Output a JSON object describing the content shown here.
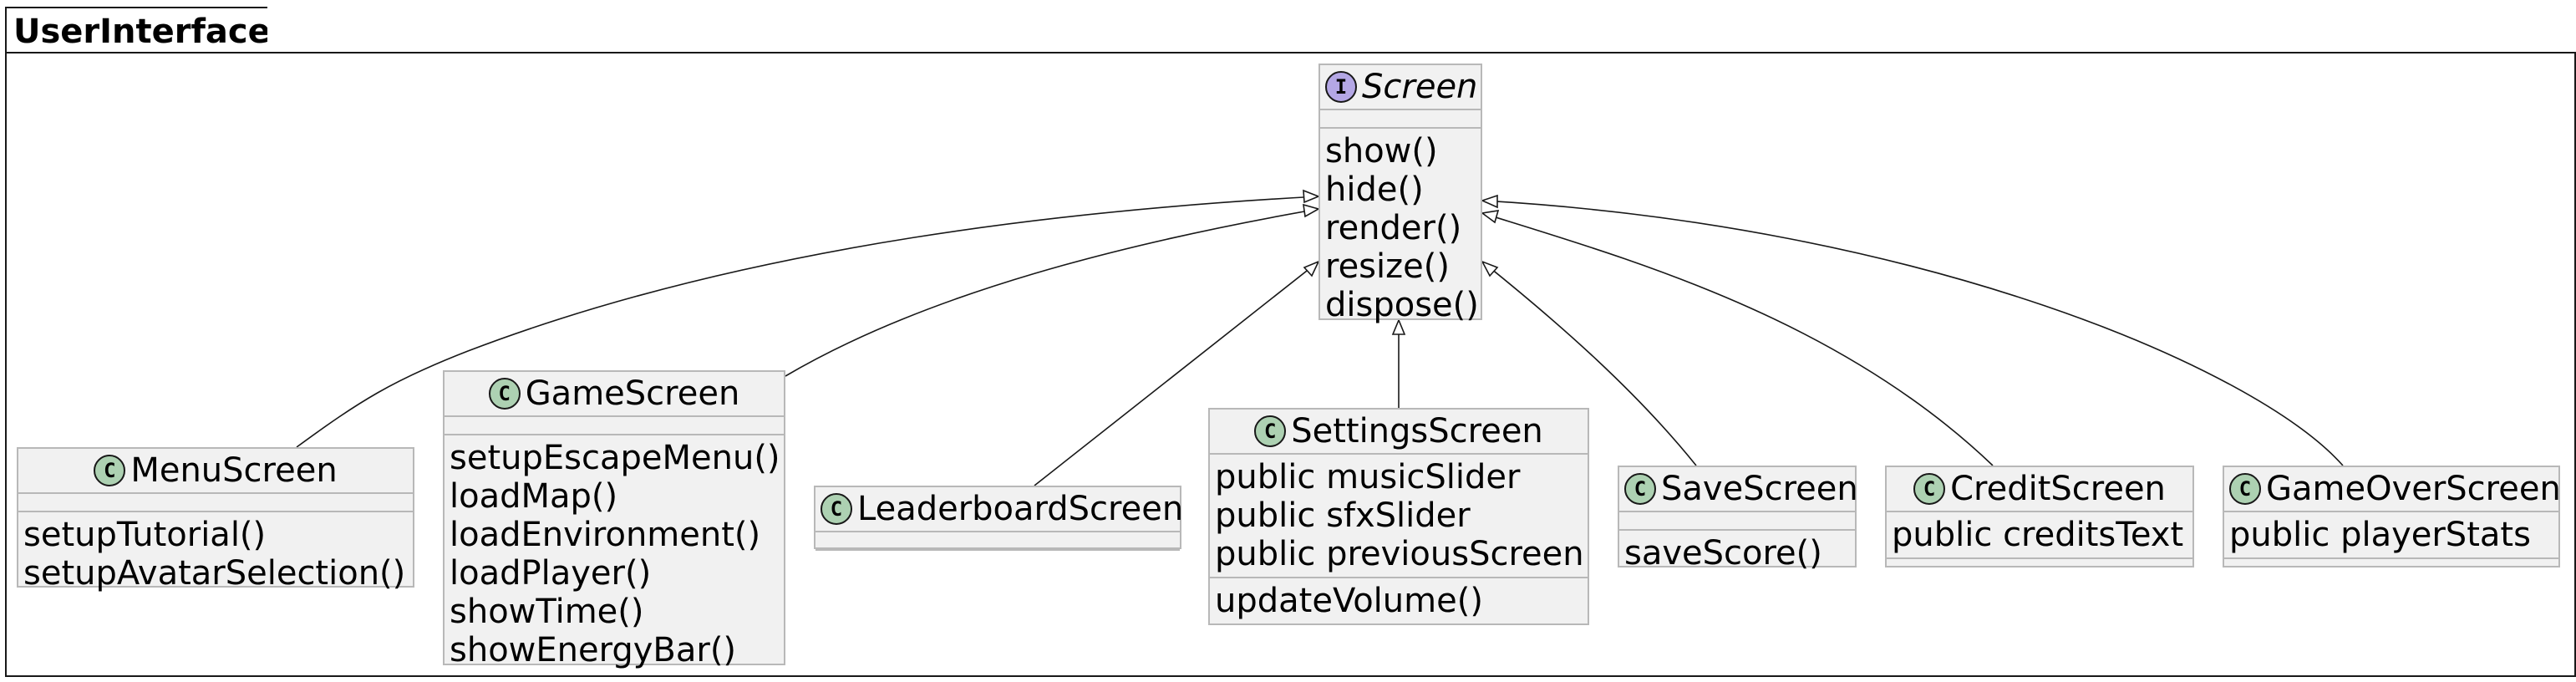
{
  "package": {
    "name": "UserInterface"
  },
  "interface": {
    "stereotype_letter": "I",
    "name": "Screen",
    "methods": [
      "show()",
      "hide()",
      "render()",
      "resize()",
      "dispose()"
    ]
  },
  "classes": {
    "menu": {
      "letter": "C",
      "name": "MenuScreen",
      "fields": [],
      "methods": [
        "setupTutorial()",
        "setupAvatarSelection()"
      ]
    },
    "game": {
      "letter": "C",
      "name": "GameScreen",
      "fields": [],
      "methods": [
        "setupEscapeMenu()",
        "loadMap()",
        "loadEnvironment()",
        "loadPlayer()",
        "showTime()",
        "showEnergyBar()"
      ]
    },
    "leaderboard": {
      "letter": "C",
      "name": "LeaderboardScreen",
      "fields": [],
      "methods": []
    },
    "settings": {
      "letter": "C",
      "name": "SettingsScreen",
      "fields": [
        "public musicSlider",
        "public sfxSlider",
        "public previousScreen"
      ],
      "methods": [
        "updateVolume()"
      ]
    },
    "save": {
      "letter": "C",
      "name": "SaveScreen",
      "fields": [],
      "methods": [
        "saveScore()"
      ]
    },
    "credit": {
      "letter": "C",
      "name": "CreditScreen",
      "fields": [
        "public creditsText"
      ],
      "methods": []
    },
    "gameover": {
      "letter": "C",
      "name": "GameOverScreen",
      "fields": [
        "public playerStats"
      ],
      "methods": []
    }
  },
  "relations": [
    {
      "from": "MenuScreen",
      "to": "Screen",
      "type": "realization"
    },
    {
      "from": "GameScreen",
      "to": "Screen",
      "type": "realization"
    },
    {
      "from": "LeaderboardScreen",
      "to": "Screen",
      "type": "realization"
    },
    {
      "from": "SettingsScreen",
      "to": "Screen",
      "type": "realization"
    },
    {
      "from": "SaveScreen",
      "to": "Screen",
      "type": "realization"
    },
    {
      "from": "CreditScreen",
      "to": "Screen",
      "type": "realization"
    },
    {
      "from": "GameOverScreen",
      "to": "Screen",
      "type": "realization"
    }
  ]
}
